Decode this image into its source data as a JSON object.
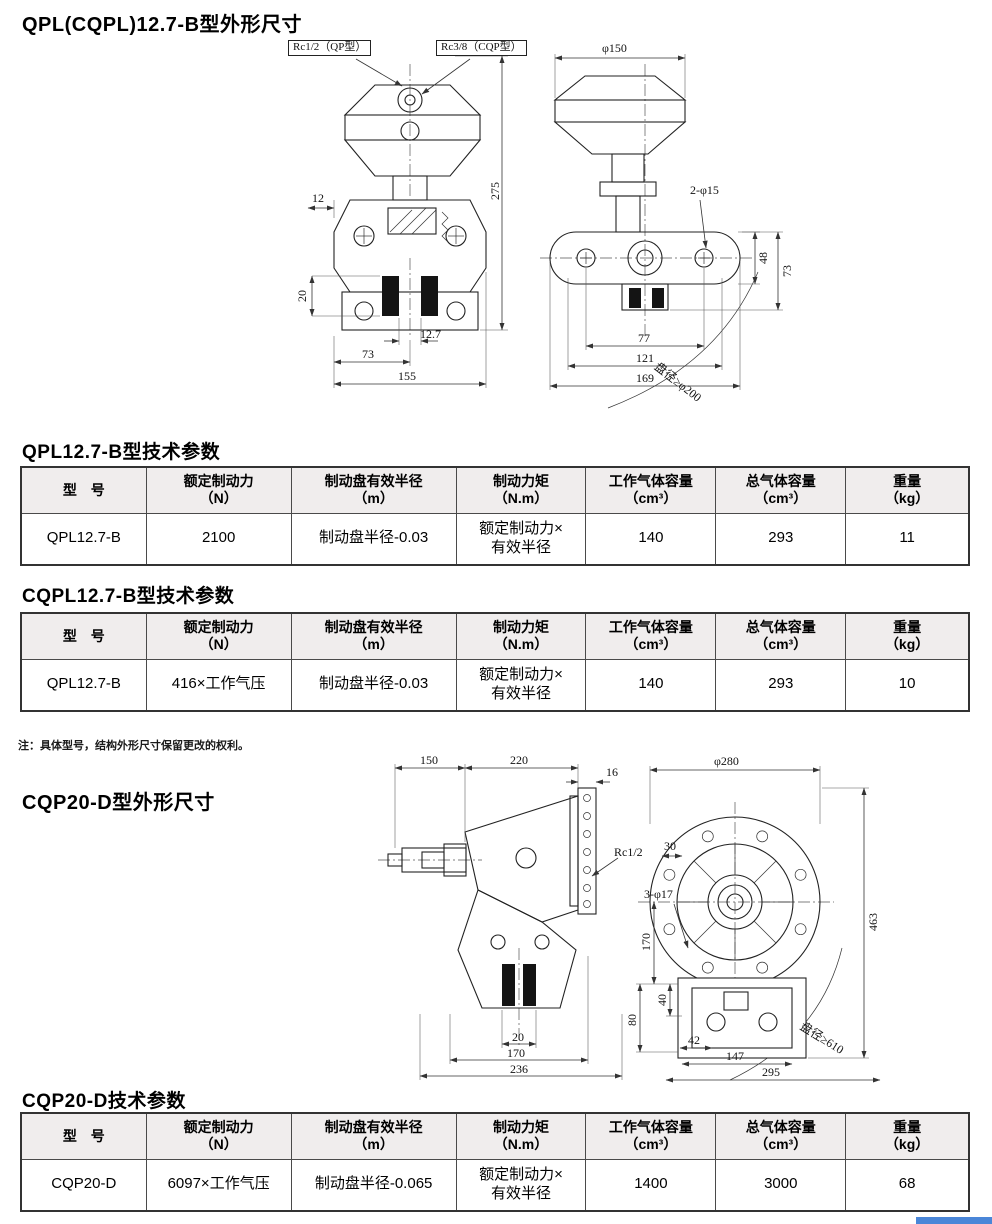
{
  "sections": {
    "title1": "QPL(CQPL)12.7-B型外形尺寸",
    "title2": "QPL12.7-B型技术参数",
    "title3": "CQPL12.7-B型技术参数",
    "note": "注：具体型号，结构外形尺寸保留更改的权利。",
    "title4": "CQP20-D型外形尺寸",
    "title5": "CQP20-D技术参数"
  },
  "tables": {
    "headers": [
      "型　号",
      "额定制动力\n（N）",
      "制动盘有效半径\n（m）",
      "制动力矩\n（N.m）",
      "工作气体容量\n（cm³）",
      "总气体容量\n（cm³）",
      "重量\n（kg）"
    ],
    "qpl": {
      "rows": [
        [
          "QPL12.7-B",
          "2100",
          "制动盘半径-0.03",
          "额定制动力×\n有效半径",
          "140",
          "293",
          "11"
        ]
      ]
    },
    "cqpl": {
      "rows": [
        [
          "QPL12.7-B",
          "416×工作气压",
          "制动盘半径-0.03",
          "额定制动力×\n有效半径",
          "140",
          "293",
          "10"
        ]
      ]
    },
    "cqp20": {
      "rows": [
        [
          "CQP20-D",
          "6097×工作气压",
          "制动盘半径-0.065",
          "额定制动力×\n有效半径",
          "1400",
          "3000",
          "68"
        ]
      ]
    }
  },
  "drawing1": {
    "labels": {
      "rc_qp": "Rc1/2（QP型）",
      "rc_cqp": "Rc3/8（CQP型）",
      "phi150": "φ150",
      "d12": "12",
      "d275": "275",
      "d2phi15": "2-φ15",
      "d48": "48",
      "d73r": "73",
      "d20": "20",
      "d12_7": "12.7",
      "d73": "73",
      "d155": "155",
      "d77": "77",
      "d121": "121",
      "d169": "169",
      "disc": "盘径≥φ200"
    }
  },
  "drawing2": {
    "labels": {
      "d150": "150",
      "d220": "220",
      "d16": "16",
      "rc12": "Rc1/2",
      "phi280": "φ280",
      "d30": "30",
      "d3phi17": "3-φ17",
      "d170r": "170",
      "d40": "40",
      "d80": "80",
      "d463": "463",
      "d20": "20",
      "d170": "170",
      "d236": "236",
      "d42": "42",
      "d147": "147",
      "d295": "295",
      "disc": "盘径≥610"
    }
  }
}
